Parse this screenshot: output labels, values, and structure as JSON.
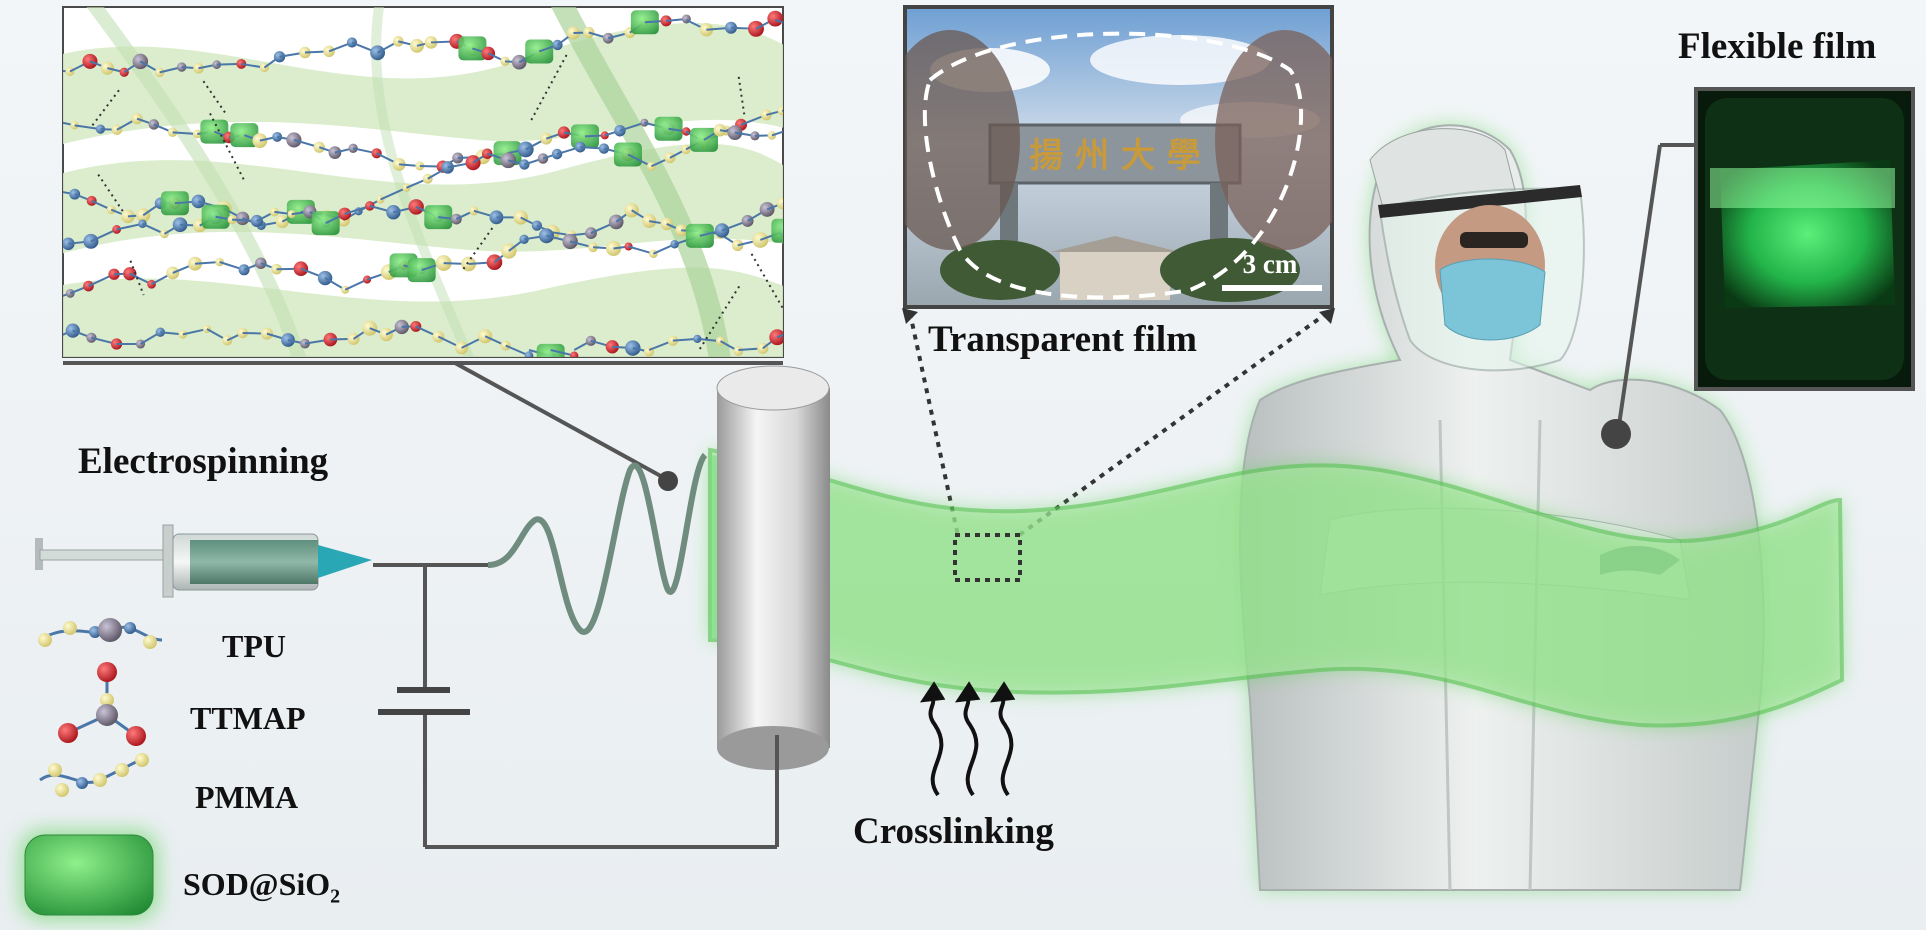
{
  "labels": {
    "electrospinning": "Electrospinning",
    "transparent_film": "Transparent film",
    "flexible_film": "Flexible film",
    "crosslinking": "Crosslinking",
    "scale_bar": "3 cm",
    "photo_sign_text": "揚 州 大 學"
  },
  "legend": [
    {
      "label": "TPU"
    },
    {
      "label": "TTMAP"
    },
    {
      "label": "PMMA"
    },
    {
      "label_main": "SOD@SiO",
      "label_sub": "2"
    }
  ],
  "colors": {
    "film_green": "#8fe08a",
    "glow_green": "#5fd35a",
    "atom_red": "#c8202a",
    "atom_yellow": "#ece48a",
    "atom_blue": "#4a76a8",
    "atom_grey": "#8a8494",
    "phosphor_green": "#3cf06a"
  },
  "icons": [
    "syringe-icon",
    "capacitor-icon",
    "drum-collector-icon",
    "heat-arrows-icon",
    "person-in-protective-suit-icon"
  ]
}
